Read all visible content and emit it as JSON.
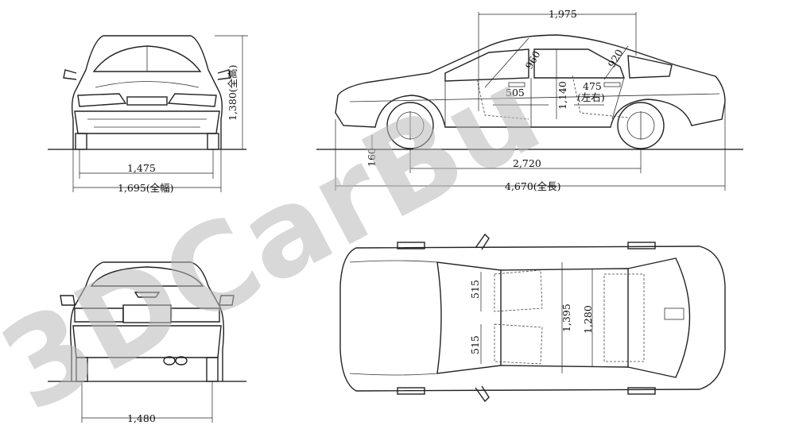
{
  "watermark": {
    "text": "3DCarBu"
  },
  "front_view": {
    "height_label": "1,380(全高)",
    "track_label": "1,475",
    "width_label": "1,695(全幅)"
  },
  "side_view": {
    "roof_length_label": "1,975",
    "front_headroom_label": "960",
    "rear_headroom_label": "920",
    "front_seat_label": "505",
    "interior_height_label": "1,140",
    "rear_seat_label": "475",
    "rear_seat_note": "(左右)",
    "ground_clearance_label": "160",
    "wheelbase_label": "2,720",
    "length_label": "4,670(全長)"
  },
  "rear_view": {
    "track_label": "1,480"
  },
  "top_view": {
    "seat_width_upper_label": "515",
    "seat_width_lower_label": "515",
    "shoulder_front_label": "1,395",
    "shoulder_rear_label": "1,280"
  }
}
